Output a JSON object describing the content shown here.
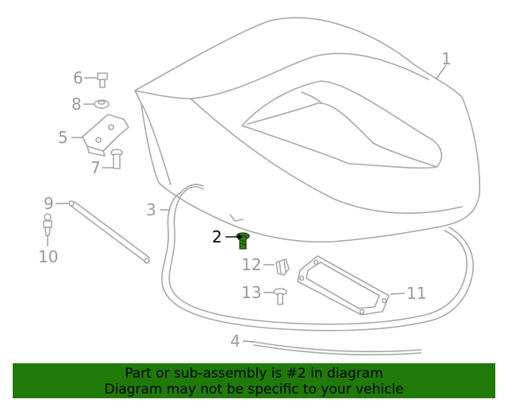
{
  "diagram": {
    "callouts": {
      "c1": "1",
      "c2": "2",
      "c3": "3",
      "c4": "4",
      "c5": "5",
      "c6": "6",
      "c7": "7",
      "c8": "8",
      "c9": "9",
      "c10": "10",
      "c11": "11",
      "c12": "12",
      "c13": "13"
    },
    "highlighted_part": "2",
    "colors": {
      "outline": "#a8a8a8",
      "callout_text": "#9a9a9a",
      "highlight_part": "#2e7d1a",
      "banner_background": "#1f7a08"
    }
  },
  "banner": {
    "line1": "Part or sub-assembly is #2 in diagram",
    "line2": "Diagram may not be specific to your vehicle"
  }
}
